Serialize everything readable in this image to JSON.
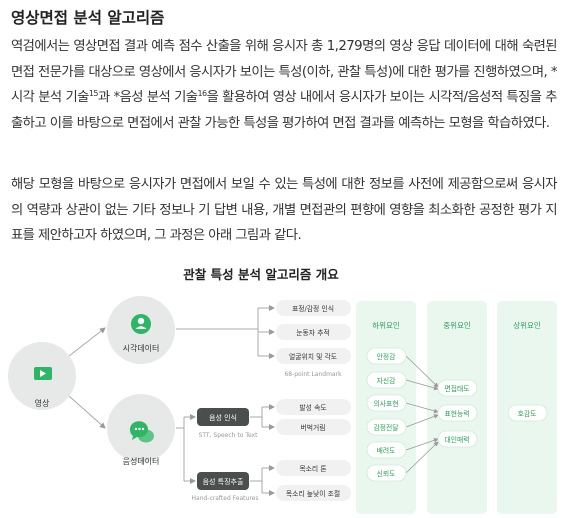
{
  "heading": "영상면접 분석 알고리즘",
  "paragraph1": {
    "part1": "역검에서는 영상면접 결과 예측 점수 산출을 위해 응시자 총 1,279명의 영상 응답 데이터에 대해 숙련된 면접 전문가를 대상으로 영상에서 응시자가 보이는 특성(이하, 관찰 특성)에 대한 평가를 진행하였으며, *시각 분석 기술",
    "sup1": "15",
    "part2": "과 *음성 분석 기술",
    "sup2": "16",
    "part3": "을 활용하여 영상 내에서 응시자가 보이는 시각적/음성적 특징을 추출하고 이를 바탕으로 면접에서 관찰 가능한 특성을 평가하여 면접 결과를 예측하는 모형을 학습하였다."
  },
  "paragraph2": "해당 모형을 바탕으로 응시자가 면접에서 보일 수 있는 특성에 대한 정보를 사전에 제공함으로써 응시자의 역량과 상관이 없는 기타 정보나 기 답변 내용, 개별 면접관의 편향에 영향을 최소화한 공정한 평가 지표를 제안하고자 하였으며, 그 과정은 아래 그림과 같다.",
  "figure": {
    "title": "관찰 특성 분석 알고리즘 개요",
    "video_node": "영상",
    "visual_node": "시각데이터",
    "audio_node": "음성데이터",
    "visual_features": [
      "표정/감정 인식",
      "눈동자 추적",
      "얼굴위치 및 각도"
    ],
    "visual_caption": "68-point Landmark",
    "speech_box": "음성 인식",
    "speech_caption": "STT, Speech to Text",
    "speech_features": [
      "발성 속도",
      "버벅거림"
    ],
    "acoustic_box": "음성 특징추출",
    "acoustic_caption": "Hand-crafted Features",
    "acoustic_features": [
      "목소리 톤",
      "목소리 높낮이 조절"
    ],
    "panels": {
      "lower": {
        "title": "하위요인",
        "items": [
          "안정감",
          "자신감",
          "의사표현",
          "감정전달",
          "배려도",
          "신뢰도"
        ]
      },
      "middle": {
        "title": "중위요인",
        "items": [
          "면접태도",
          "표현능력",
          "대인매력"
        ]
      },
      "upper": {
        "title": "상위요인",
        "items": [
          "호감도"
        ]
      }
    }
  },
  "colors": {
    "accent_green": "#2fb565",
    "panel_green": "#eaf7ee",
    "pill_text": "#2e9b5a",
    "dark_box": "#4a4f4d",
    "light_circle": "#e6e9e7"
  }
}
